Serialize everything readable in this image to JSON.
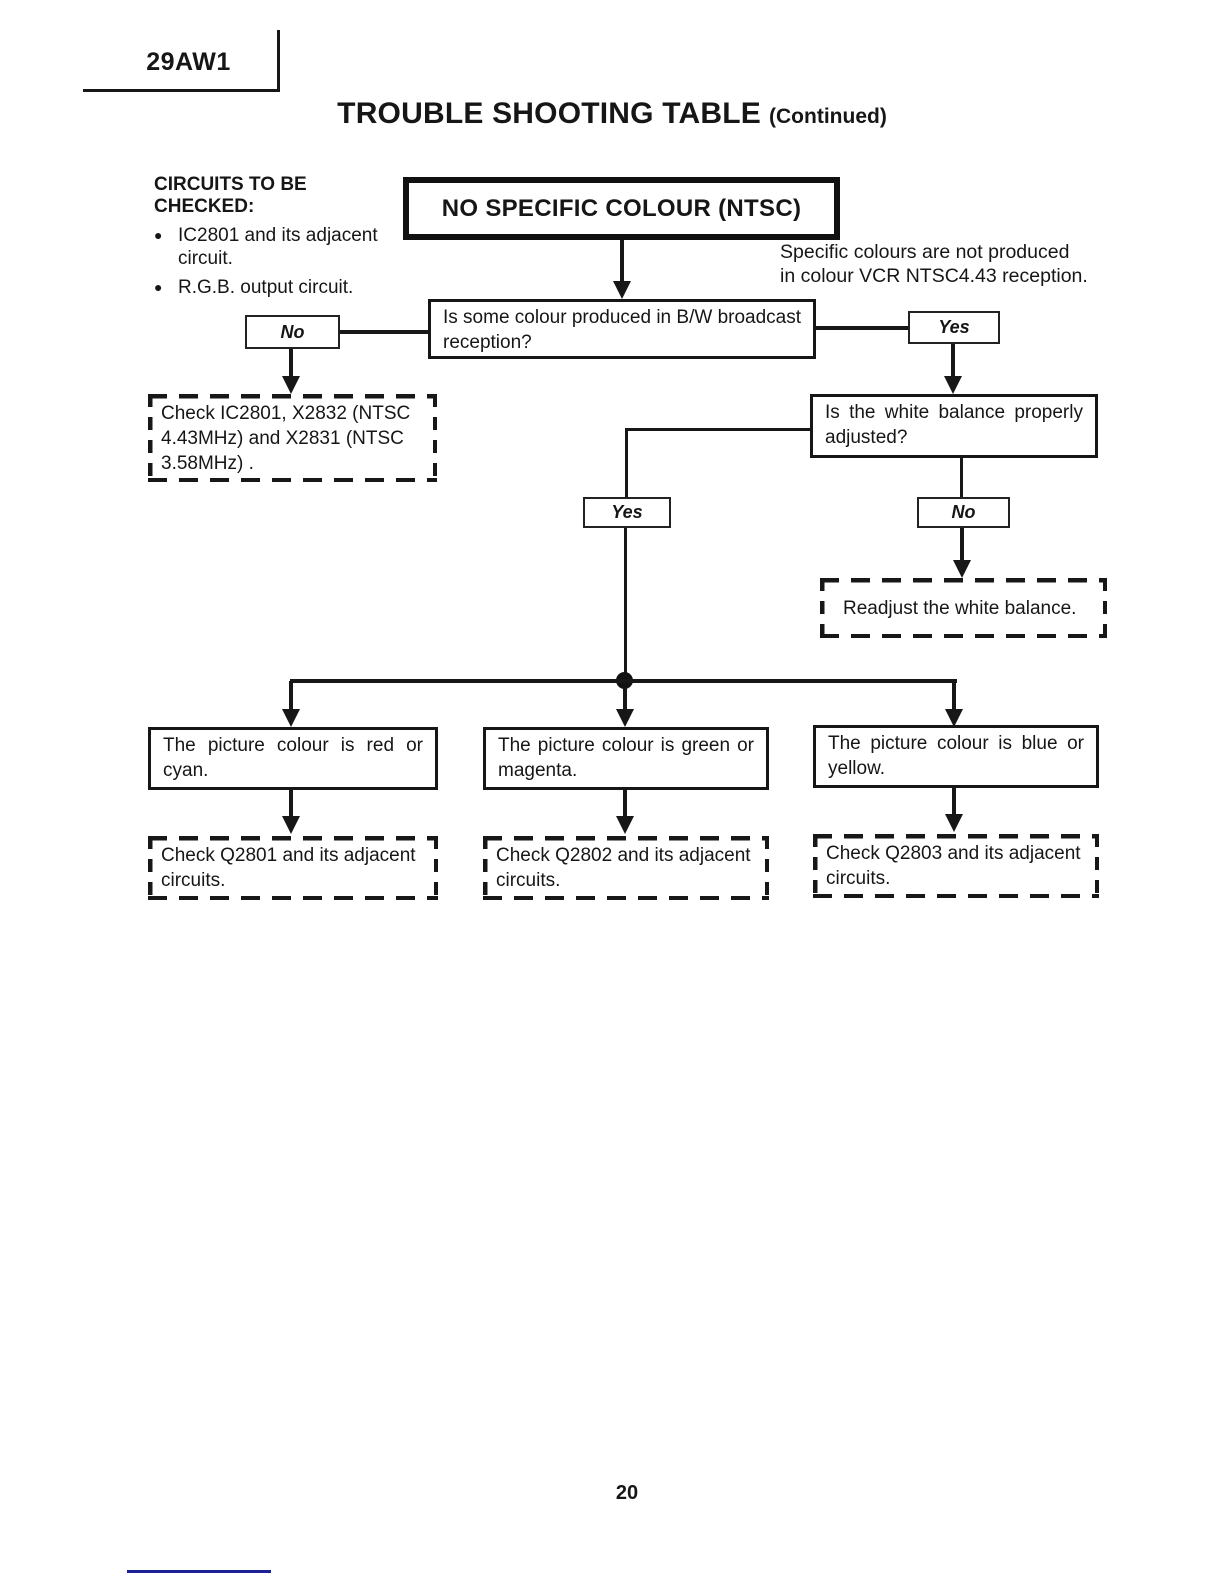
{
  "page": {
    "model": "29AW1",
    "title": "TROUBLE SHOOTING TABLE",
    "title_suffix": "(Continued)",
    "page_number": "20",
    "ink_color": "#161616",
    "footer_rule_color": "#1d2196"
  },
  "checklist": {
    "heading": "CIRCUITS TO BE CHECKED:",
    "items": [
      "IC2801 and its adjacent circuit.",
      "R.G.B. output circuit."
    ]
  },
  "flow": {
    "start_label": "NO SPECIFIC COLOUR (NTSC)",
    "note_lines": [
      "Specific colours are not produced",
      "in colour VCR NTSC4.43 reception."
    ],
    "q1": {
      "text": "Is some colour produced in B/W broadcast reception?",
      "no_label": "No",
      "yes_label": "Yes"
    },
    "check_ic": {
      "text": "Check IC2801, X2832 (NTSC 4.43MHz) and X2831 (NTSC 3.58MHz) ."
    },
    "q2": {
      "text": "Is the white balance properly adjusted?",
      "yes_label": "Yes",
      "no_label": "No"
    },
    "readjust": {
      "text": "Readjust the white balance."
    },
    "branches": [
      {
        "condition": "The picture colour is red or cyan.",
        "action": "Check Q2801 and its adjacent circuits."
      },
      {
        "condition": "The picture colour is green or magenta.",
        "action": "Check Q2802 and its adjacent circuits."
      },
      {
        "condition": "The picture colour is blue or yellow.",
        "action": "Check Q2803 and its adjacent circuits."
      }
    ]
  }
}
